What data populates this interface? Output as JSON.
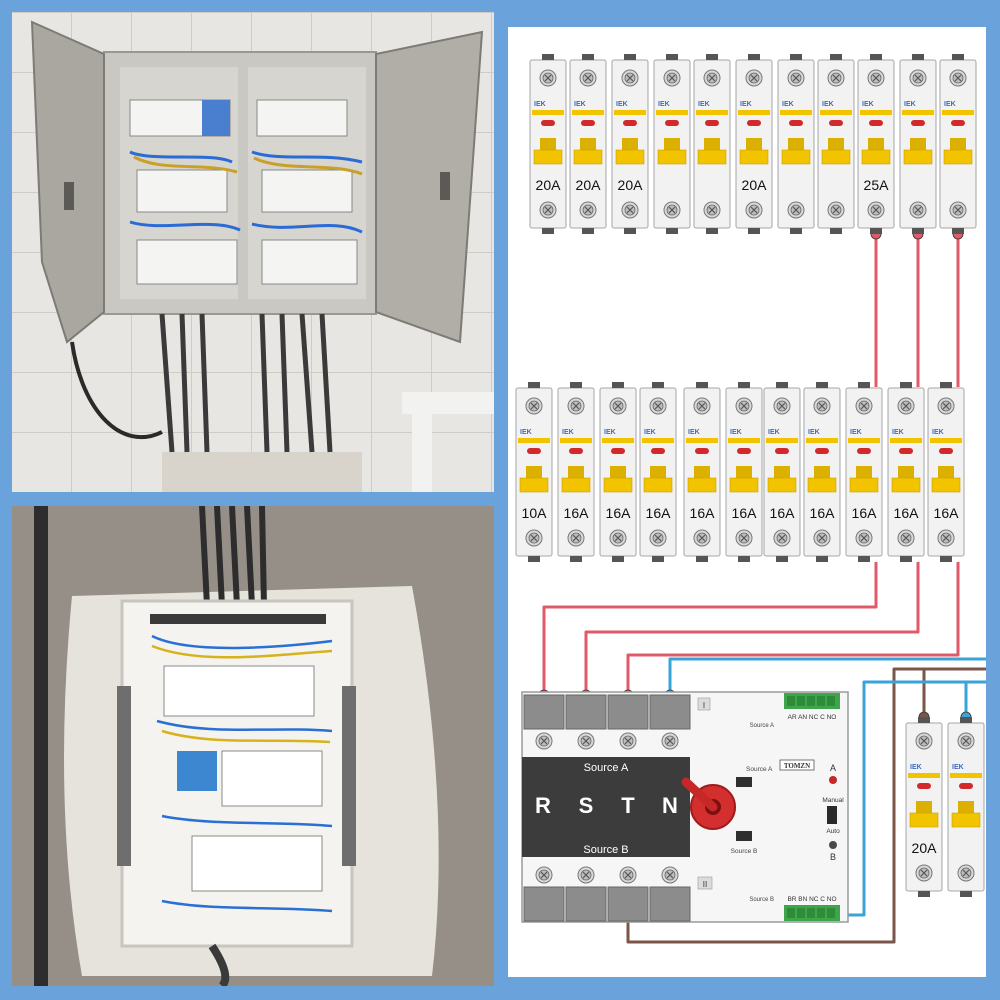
{
  "photos": {
    "top": {
      "name": "panel-photo-open-cabinet"
    },
    "bottom": {
      "name": "panel-photo-wall-box"
    }
  },
  "schematic": {
    "brand": "IEK",
    "row1_labels": [
      "20A",
      "20A",
      "20A",
      "",
      "",
      "20A",
      "",
      "",
      "25A",
      "",
      ""
    ],
    "row2_labels": [
      "10A",
      "16A",
      "16A",
      "16A",
      "16A",
      "16A",
      "16A",
      "16A",
      "16A",
      "16A",
      "16A"
    ],
    "side_labels": [
      "20A",
      ""
    ],
    "ats": {
      "phases": [
        "R",
        "S",
        "T",
        "N"
      ],
      "source_a": "Source A",
      "source_b": "Source B",
      "source_a_small": "Source A",
      "source_b_small": "Source B",
      "brand": "TOMZN",
      "indicator_a": "A",
      "indicator_b": "B",
      "manual": "Manual",
      "auto": "Auto",
      "roman_1": "I",
      "roman_2": "II",
      "terminal_top": "AR AN NC C NO",
      "terminal_bottom": "BR BN NC C NO",
      "terminal_top_source": "Source A",
      "terminal_bottom_source": "Source B"
    },
    "colors": {
      "wire_red": "#e05a6a",
      "wire_blue": "#3aa3d8",
      "wire_brown": "#7a5548",
      "lever_yellow": "#f2c400",
      "indicator_red": "#d22a2a"
    }
  }
}
